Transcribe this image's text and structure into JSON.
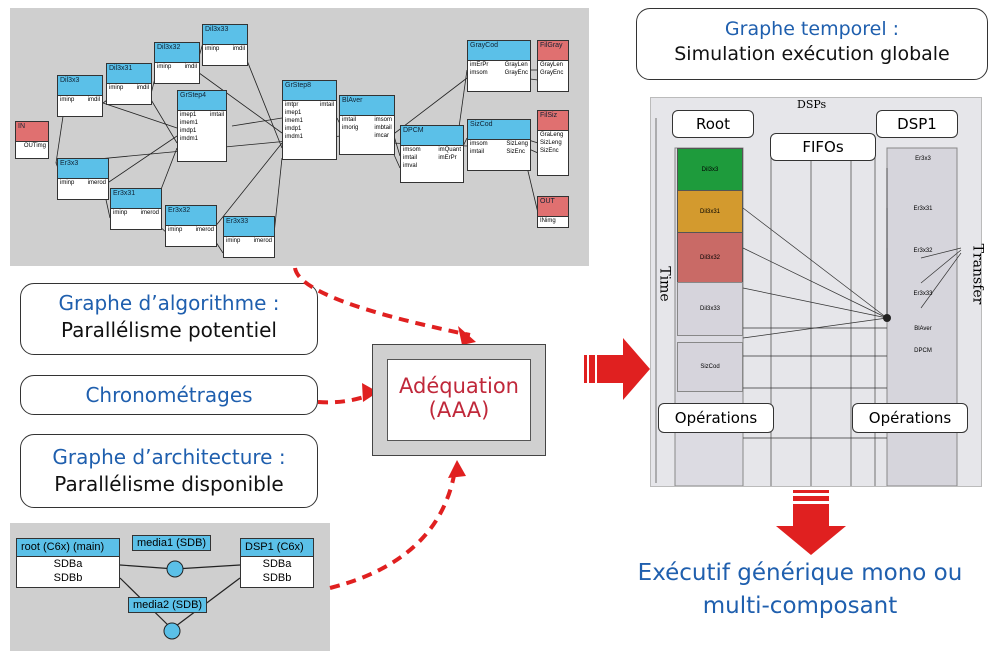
{
  "algo_graph": {
    "nodes": [
      {
        "id": "in",
        "title": "IN",
        "ports_l": [],
        "ports_r": [
          "OUTimg"
        ],
        "red": true
      },
      {
        "id": "dil3x3",
        "title": "Dil3x3",
        "ports_l": [
          "iminp"
        ],
        "ports_r": [
          "imdil"
        ]
      },
      {
        "id": "dil3x31",
        "title": "Dil3x31",
        "ports_l": [
          "iminp"
        ],
        "ports_r": [
          "imdil"
        ]
      },
      {
        "id": "dil3x32",
        "title": "Dil3x32",
        "ports_l": [
          "iminp"
        ],
        "ports_r": [
          "imdil"
        ]
      },
      {
        "id": "dil3x33",
        "title": "Dil3x33",
        "ports_l": [
          "iminp"
        ],
        "ports_r": [
          "imdil"
        ]
      },
      {
        "id": "er3x3",
        "title": "Er3x3",
        "ports_l": [
          "iminp"
        ],
        "ports_r": [
          "imerod"
        ]
      },
      {
        "id": "er3x31",
        "title": "Er3x31",
        "ports_l": [
          "iminp"
        ],
        "ports_r": [
          "imerod"
        ]
      },
      {
        "id": "er3x32",
        "title": "Er3x32",
        "ports_l": [
          "iminp"
        ],
        "ports_r": [
          "imerod"
        ]
      },
      {
        "id": "er3x33",
        "title": "Er3x33",
        "ports_l": [
          "iminp"
        ],
        "ports_r": [
          "imerod"
        ]
      },
      {
        "id": "grstep4",
        "title": "GrStep4",
        "ports_l": [
          "imep1",
          "imem1",
          "imdp1",
          "imdm1"
        ],
        "ports_r": [
          "imtail"
        ]
      },
      {
        "id": "grstep8",
        "title": "GrStep8",
        "ports_l": [
          "imtpr",
          "imep1",
          "imem1",
          "imdp1",
          "imdm1"
        ],
        "ports_r": [
          "imtail"
        ]
      },
      {
        "id": "blaver",
        "title": "BlAver",
        "ports_l": [
          "imtail",
          "imorig"
        ],
        "ports_r": [
          "imsom",
          "imbtail",
          "imcar"
        ]
      },
      {
        "id": "dpcm",
        "title": "DPCM",
        "ports_l": [
          "imsom",
          "imtail",
          "imval"
        ],
        "ports_r": [
          "imQuant",
          "imErPr"
        ]
      },
      {
        "id": "graycod",
        "title": "GrayCod",
        "ports_l": [
          "imErPr",
          "imsom"
        ],
        "ports_r": [
          "GrayLen",
          "GrayEnc"
        ]
      },
      {
        "id": "sizcod",
        "title": "SizCod",
        "ports_l": [
          "imsom",
          "imtail"
        ],
        "ports_r": [
          "SizLeng",
          "SizEnc"
        ]
      },
      {
        "id": "filgray",
        "title": "FilGray",
        "ports_l": [
          "GrayLen",
          "GrayEnc"
        ],
        "ports_r": [],
        "red": true
      },
      {
        "id": "filsiz",
        "title": "FilSiz",
        "ports_l": [
          "GraLeng",
          "SizLeng",
          "SizEnc"
        ],
        "ports_r": [],
        "red": true
      },
      {
        "id": "out",
        "title": "OUT",
        "ports_l": [
          "INimg"
        ],
        "ports_r": [],
        "red": true
      }
    ]
  },
  "callouts": {
    "algo_title": "Graphe d’algorithme :",
    "algo_sub": "Parallélisme potentiel",
    "chrono": "Chronométrages",
    "arch_title": "Graphe d’architecture :",
    "arch_sub": "Parallélisme disponible",
    "temporal_title": "Graphe temporel :",
    "temporal_sub": "Simulation exécution globale"
  },
  "adequation": {
    "line1": "Adéquation",
    "line2": "(AAA)"
  },
  "arch_graph": {
    "root": {
      "title": "root (C6x) (main)",
      "rows": [
        "SDBa",
        "SDBb"
      ]
    },
    "dsp1": {
      "title": "DSP1 (C6x)",
      "rows": [
        "SDBa",
        "SDBb"
      ]
    },
    "media1": "media1 (SDB)",
    "media2": "media2 (SDB)"
  },
  "temporal": {
    "labels": {
      "root": "Root",
      "dsp1": "DSP1",
      "fifos": "FIFOs",
      "dsps": "DSPs",
      "time": "Time",
      "transfer": "Transfer",
      "ops_left": "Opérations",
      "ops_right": "Opérations"
    },
    "left_blocks": [
      {
        "name": "Dil3x3",
        "color": "#1e9b3c"
      },
      {
        "name": "Dil3x31",
        "color": "#d39a2e"
      },
      {
        "name": "Dil3x32",
        "color": "#c96a66"
      },
      {
        "name": "Dil3x33",
        "color": "#d6d4dc"
      },
      {
        "name": "SizCod",
        "color": "#d6d4dc"
      }
    ],
    "right_blocks": [
      "Er3x3",
      "Er3x31",
      "Er3x32",
      "Er3x33",
      "BlAver",
      "DPCM"
    ]
  },
  "result": {
    "line1": "Exécutif générique mono ou",
    "line2": "multi-composant"
  },
  "colors": {
    "accent_red": "#e02020",
    "title_blue": "#1f5fae",
    "node_blue": "#5bc0e8",
    "node_red": "#e07070"
  }
}
